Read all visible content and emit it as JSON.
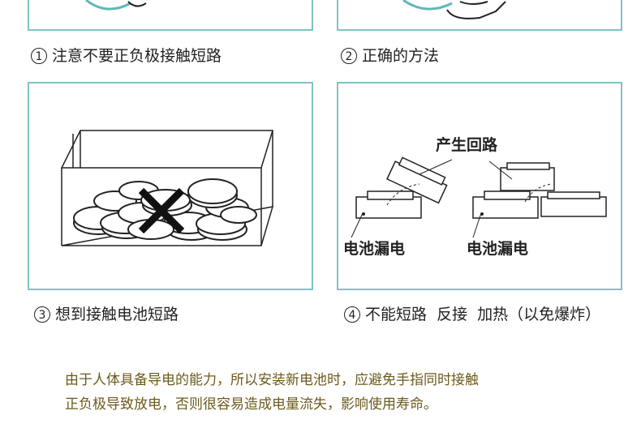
{
  "captions": [
    {
      "num": "1",
      "text": "注意不要正负极接触短路"
    },
    {
      "num": "2",
      "text": "正确的方法"
    },
    {
      "num": "3",
      "text": "想到接触电池短路"
    },
    {
      "num": "4",
      "text": "不能短路  反接  加热（以免爆炸）"
    }
  ],
  "labels": {
    "loop": "产生回路",
    "leak_left": "电池漏电",
    "leak_right": "电池漏电"
  },
  "note": {
    "line1": "由于人体具备导电的能力，所以安装新电池时，应避免手指同时接触",
    "line2": "正负极导致放电，否则很容易造成电量流失，影响使用寿命。"
  },
  "colors": {
    "panel_border": "#7fc3c4",
    "note_text": "#6b5a1c"
  }
}
